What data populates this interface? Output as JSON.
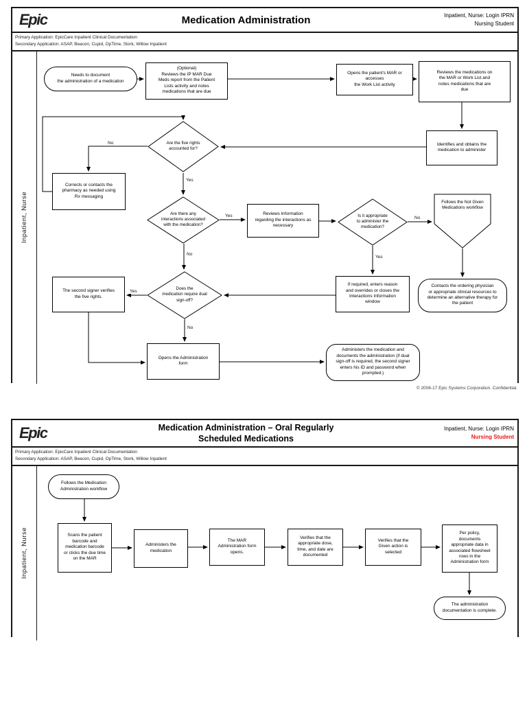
{
  "colors": {
    "nursing_student_red": "#f01414",
    "line": "#000000",
    "page_border": "#161616"
  },
  "labels": {
    "yes": "Yes",
    "no": "No"
  },
  "page1": {
    "header": {
      "logo": "Epic",
      "title": "Medication Administration",
      "login_line1": "Inpatient, Nurse: Login IPRN",
      "login_line2": "Nursing Student",
      "primary_app": "Primary Application: EpicCare Inpatient Clinical Documentation",
      "secondary_app": "Secondary Application: ASAP, Beacon, Cupid, OpTime, Stork, Willow Inpatient"
    },
    "lane": "Inpatient, Nurse",
    "nodes": {
      "start": "Needs to document\nthe administration of a medication",
      "review_due": "(Optional)\nReviews the IP MAR Due\nMeds report from the Patient\nLists activity and notes\nmedications that are due",
      "opens_mar": "Opens the patient's MAR or\naccesses\nthe Work List activity",
      "reviews_meds": "Reviews the medications on\nthe MAR or Work List and\nnotes medications that are\ndue",
      "identifies": "Identifies and obtains the\nmedication to administer",
      "five_rights": "Are the five rights\naccounted for?",
      "corrects": "Corrects or contacts the\npharmacy as needed using\nRx messaging",
      "interactions": "Are there any\ninteractions associated\nwith the medication?",
      "reviews_info": "Reviews information\nregarding the interactions as\nnecessary",
      "appropriate": "Is it appropriate\nto administer the\nmedication?",
      "not_given": "Follows the Not Given\nMedications workflow",
      "second_signer": "The second signer verifies\nthe five rights.",
      "dual_signoff": "Does the\nmedication require dual\nsign-off?",
      "if_required": "If required, enters reason\nand overrides or closes the\nInteractions Information\nwindow",
      "contacts": "Contacts the ordering physician\nor appropriate clinical resources to\ndetermine an alternative therapy for\nthe patient",
      "opens_admin": "Opens the Administration\nform",
      "administers_end": "Administers the medication and\ndocuments the administration (if dual\nsign-off is required, the second signer\nenters his ID and password when\nprompted.)"
    },
    "footer": "© 2008-17 Epic Systems Corporation. Confidential."
  },
  "page2": {
    "header": {
      "logo": "Epic",
      "title": "Medication Administration – Oral Regularly\nScheduled Medications",
      "login_line1": "Inpatient, Nurse: Login IPRN",
      "login_line2": "Nursing Student",
      "primary_app": "Primary Application: EpicCare Inpatient Clinical Documentation",
      "secondary_app": "Secondary Application: ASAP, Beacon, Cupid, OpTime, Stork, Willow Inpatient"
    },
    "lane": "Inpatient, Nurse",
    "nodes": {
      "start": "Follows the Medication\nAdministration workflow",
      "scans": "Scans the patient\nbarcode and\nmedication barcode\nor clicks the due time\non the MAR",
      "administers": "Administers the\nmedication",
      "mar_opens": "The MAR\nAdministration form\nopens.",
      "verifies_dose": "Verifies that the\nappropriate dose,\ntime, and date are\ndocumented",
      "verifies_given": "Verifies that the\nGiven action is\nselected",
      "per_policy": "Per policy,\ndocuments\nappropriate data in\nassociated flowsheet\nrows in the\nAdministration form",
      "complete": "The administration\ndocumentation is complete."
    }
  }
}
